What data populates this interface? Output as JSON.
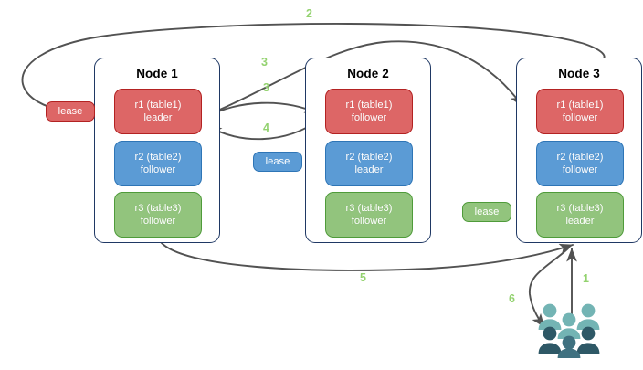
{
  "diagram": {
    "title": "",
    "colors": {
      "node_border": "#1f3864",
      "red": "#dd6666",
      "red_border": "#b32222",
      "blue": "#5b9bd5",
      "blue_border": "#2e75b6",
      "green": "#92c47d",
      "green_border": "#4f9b3a",
      "edge": "#525252",
      "step_label": "#93d26f",
      "user_light": "#73b4b4",
      "user_dark": "#2e5866"
    }
  },
  "nodes": [
    {
      "title": "Node 1",
      "replicas": [
        {
          "line1": "r1 (table1)",
          "line2": "leader",
          "color": "red"
        },
        {
          "line1": "r2 (table2)",
          "line2": "follower",
          "color": "blue"
        },
        {
          "line1": "r3 (table3)",
          "line2": "follower",
          "color": "green"
        }
      ]
    },
    {
      "title": "Node 2",
      "replicas": [
        {
          "line1": "r1 (table1)",
          "line2": "follower",
          "color": "red"
        },
        {
          "line1": "r2 (table2)",
          "line2": "leader",
          "color": "blue"
        },
        {
          "line1": "r3 (table3)",
          "line2": "follower",
          "color": "green"
        }
      ]
    },
    {
      "title": "Node 3",
      "replicas": [
        {
          "line1": "r1 (table1)",
          "line2": "follower",
          "color": "red"
        },
        {
          "line1": "r2 (table2)",
          "line2": "follower",
          "color": "blue"
        },
        {
          "line1": "r3 (table3)",
          "line2": "leader",
          "color": "green"
        }
      ]
    }
  ],
  "leases": [
    {
      "label": "lease",
      "color": "red"
    },
    {
      "label": "lease",
      "color": "blue"
    },
    {
      "label": "lease",
      "color": "green"
    }
  ],
  "steps": [
    {
      "label": "1"
    },
    {
      "label": "2"
    },
    {
      "label": "3"
    },
    {
      "label": "3"
    },
    {
      "label": "4"
    },
    {
      "label": "5"
    },
    {
      "label": "6"
    }
  ],
  "icons": {
    "users": "users-group-icon"
  }
}
